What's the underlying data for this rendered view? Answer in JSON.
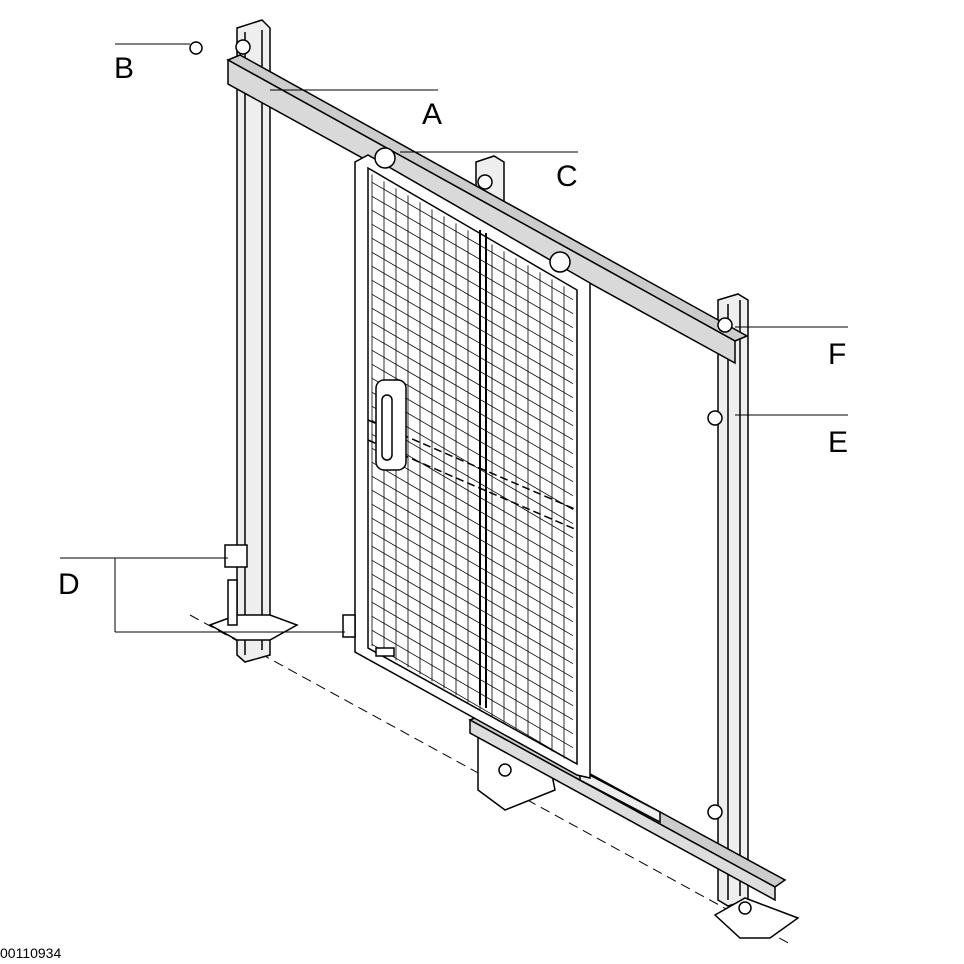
{
  "labels": {
    "a": "A",
    "b": "B",
    "c": "C",
    "d": "D",
    "e": "E",
    "f": "F"
  },
  "drawing_number": "00110934",
  "colors": {
    "rail": "#d9d9d9",
    "post": "#eeeeee",
    "line": "#000000"
  }
}
